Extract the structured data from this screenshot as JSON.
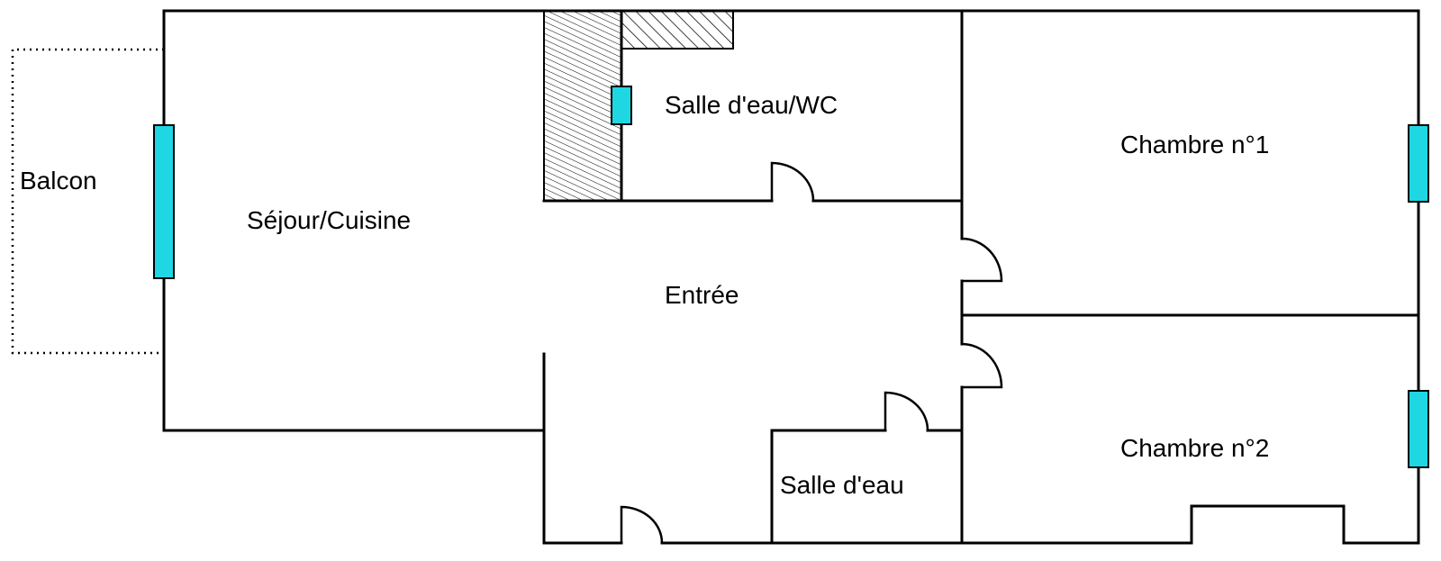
{
  "floorplan": {
    "rooms": {
      "balcon": "Balcon",
      "sejour_cuisine": "Séjour/Cuisine",
      "salle_eau_wc": "Salle d'eau/WC",
      "chambre_1": "Chambre n°1",
      "entree": "Entrée",
      "chambre_2": "Chambre n°2",
      "salle_eau": "Salle d'eau"
    },
    "colors": {
      "wall": "#000000",
      "window": "#1fd7e2",
      "background": "#ffffff"
    }
  }
}
